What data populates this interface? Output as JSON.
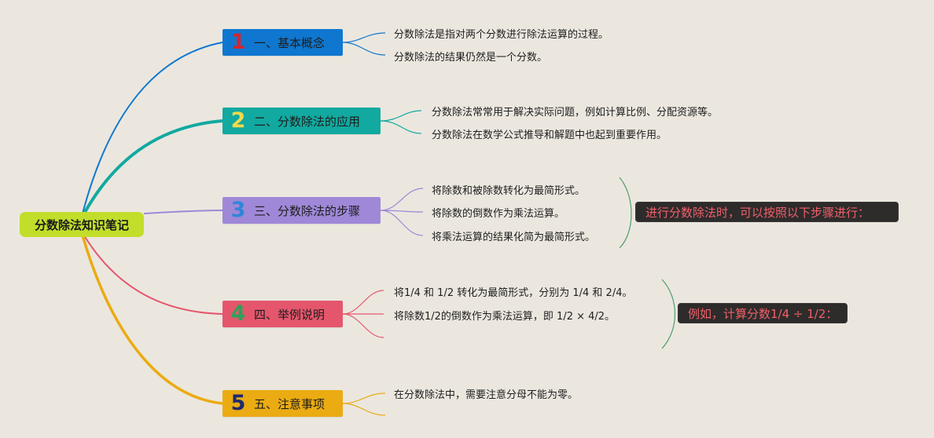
{
  "root": {
    "title": "分数除法知识笔记"
  },
  "branches": [
    {
      "num": "1",
      "title": "一、基本概念",
      "color": "#0f77cf",
      "num_color": "#d8232a",
      "leaves": [
        "分数除法是指对两个分数进行除法运算的过程。",
        "分数除法的结果仍然是一个分数。"
      ]
    },
    {
      "num": "2",
      "title": "二、分数除法的应用",
      "color": "#12a9a0",
      "num_color": "#f3d84a",
      "leaves": [
        "分数除法常常用于解决实际问题，例如计算比例、分配资源等。",
        "分数除法在数学公式推导和解题中也起到重要作用。"
      ]
    },
    {
      "num": "3",
      "title": "三、分数除法的步骤",
      "color": "#9f88d8",
      "num_color": "#2f86d8",
      "leaves": [
        "将除数和被除数转化为最简形式。",
        "将除数的倒数作为乘法运算。",
        "将乘法运算的结果化简为最简形式。"
      ],
      "summary": "进行分数除法时，可以按照以下步骤进行："
    },
    {
      "num": "4",
      "title": "四、举例说明",
      "color": "#e5566d",
      "num_color": "#2aa35b",
      "leaves": [
        "将1/4 和 1/2 转化为最简形式，分别为 1/4 和 2/4。",
        "将除数1/2的倒数作为乘法运算，即 1/2 × 4/2。"
      ],
      "summary": "例如，计算分数1/4 ÷ 1/2："
    },
    {
      "num": "5",
      "title": "五、注意事项",
      "color": "#ebab12",
      "num_color": "#1f2a6e",
      "leaves": [
        "在分数除法中，需要注意分母不能为零。"
      ]
    }
  ]
}
